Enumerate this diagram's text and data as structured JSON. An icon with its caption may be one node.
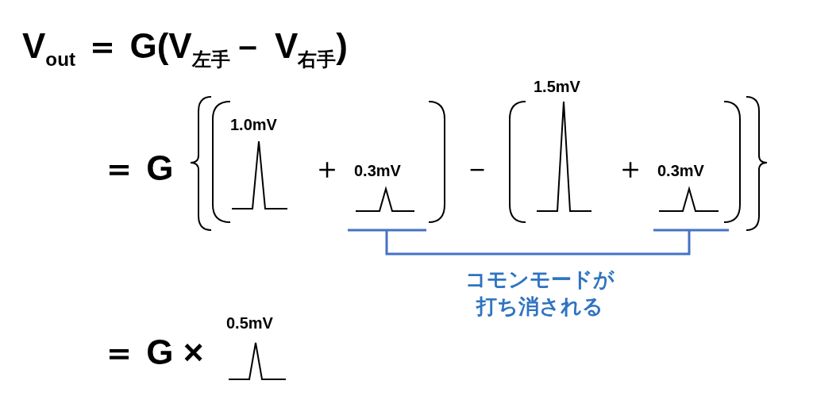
{
  "diagram": {
    "labels": [
      "V$_{out}$ ＝ G(V$_{左手}$－ V$_{右手}$)",
      "＝ G",
      "1.0mV",
      "＋",
      "0.3mV",
      "－",
      "1.5mV",
      "＋",
      "0.3mV",
      "コモンモードが打ち消される",
      "＝ G ×",
      "0.5mV"
    ]
  }
}
